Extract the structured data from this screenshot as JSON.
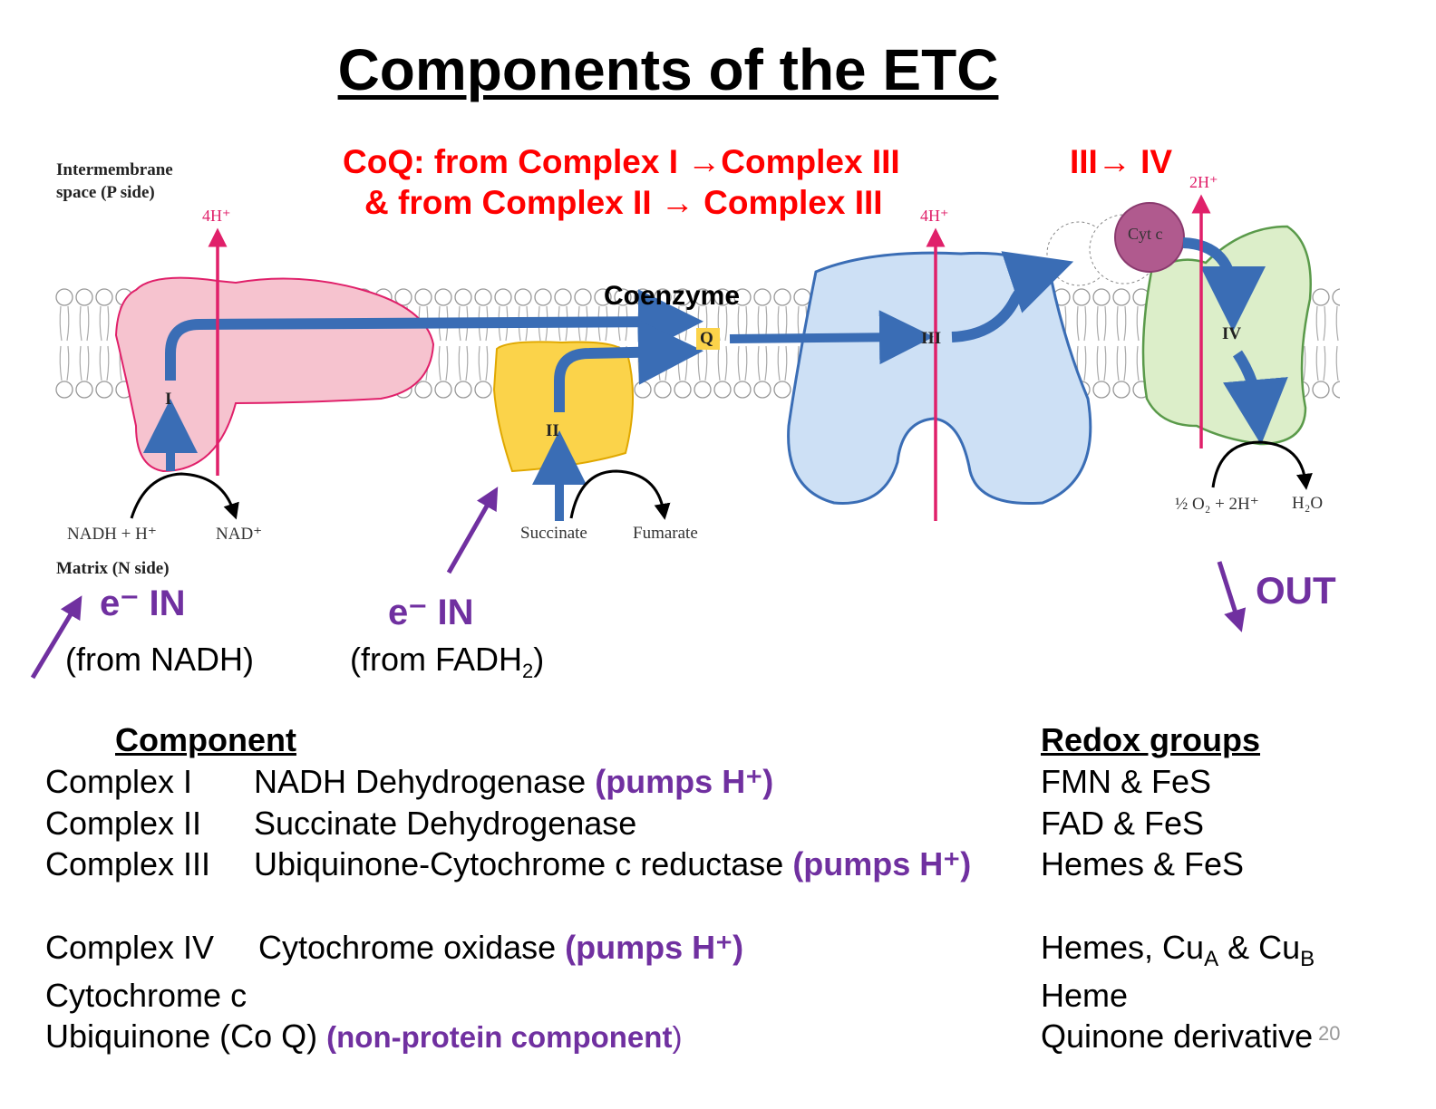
{
  "title": "Components of the ETC",
  "annotations": {
    "coq_line1": "CoQ: from Complex I →Complex III",
    "coq_line2": "& from Complex II → Complex III",
    "iii_iv": "III→ IV",
    "coenzyme": "Coenzyme",
    "e_in_1": "e⁻ IN",
    "from_nadh": "(from NADH)",
    "e_in_2": "e⁻ IN",
    "from_fadh2": "(from FADH",
    "from_fadh2_sub": "2",
    "from_fadh2_end": ")",
    "out": "OUT"
  },
  "diagram": {
    "intermembrane": "Intermembrane",
    "space": "space (P side)",
    "matrix": "Matrix (N side)",
    "h1": "4H⁺",
    "h2": "4H⁺",
    "h3": "2H⁺",
    "complex_I": "I",
    "complex_II": "II",
    "complex_III": "III",
    "complex_IV": "IV",
    "q": "Q",
    "cytc": "Cyt c",
    "nadh": "NADH + H⁺",
    "nad": "NAD⁺",
    "succinate": "Succinate",
    "fumarate": "Fumarate",
    "o2": "½ O₂ + 2H⁺",
    "h2o": "H₂O"
  },
  "table": {
    "header_component": "Component",
    "header_redox": "Redox groups",
    "rows": [
      {
        "name": "Complex I",
        "desc": "NADH Dehydrogenase ",
        "note": "(pumps H⁺)",
        "redox": "FMN & FeS"
      },
      {
        "name": "Complex II",
        "desc": "Succinate Dehydrogenase",
        "note": "",
        "redox": "FAD & FeS"
      },
      {
        "name": "Complex III",
        "desc": "Ubiquinone-Cytochrome c reductase ",
        "note": "(pumps H⁺)",
        "redox": "Hemes & FeS"
      },
      {
        "name": "Complex IV",
        "desc": "Cytochrome  oxidase ",
        "note": "(pumps H⁺)",
        "redox_a": "Hemes, Cu",
        "redox_sub1": "A",
        "redox_b": " & Cu",
        "redox_sub2": "B"
      },
      {
        "name": "Cytochrome c",
        "desc": "",
        "note": "",
        "redox": "Heme"
      },
      {
        "name": "Ubiquinone (Co Q) ",
        "desc": "",
        "note": "(non-protein component",
        "note_end": ")",
        "redox": "Quinone derivative"
      }
    ]
  },
  "page_number": "20",
  "colors": {
    "red": "#ff0000",
    "purple": "#7030a0",
    "proton": "#e0206a",
    "electron": "#3a6db5"
  }
}
